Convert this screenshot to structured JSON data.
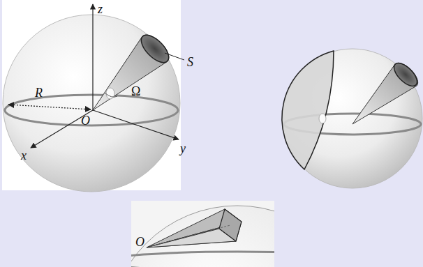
{
  "diagram": {
    "labels": [
      "z",
      "S",
      "R",
      "Ω",
      "O",
      "y",
      "x",
      "O"
    ]
  }
}
